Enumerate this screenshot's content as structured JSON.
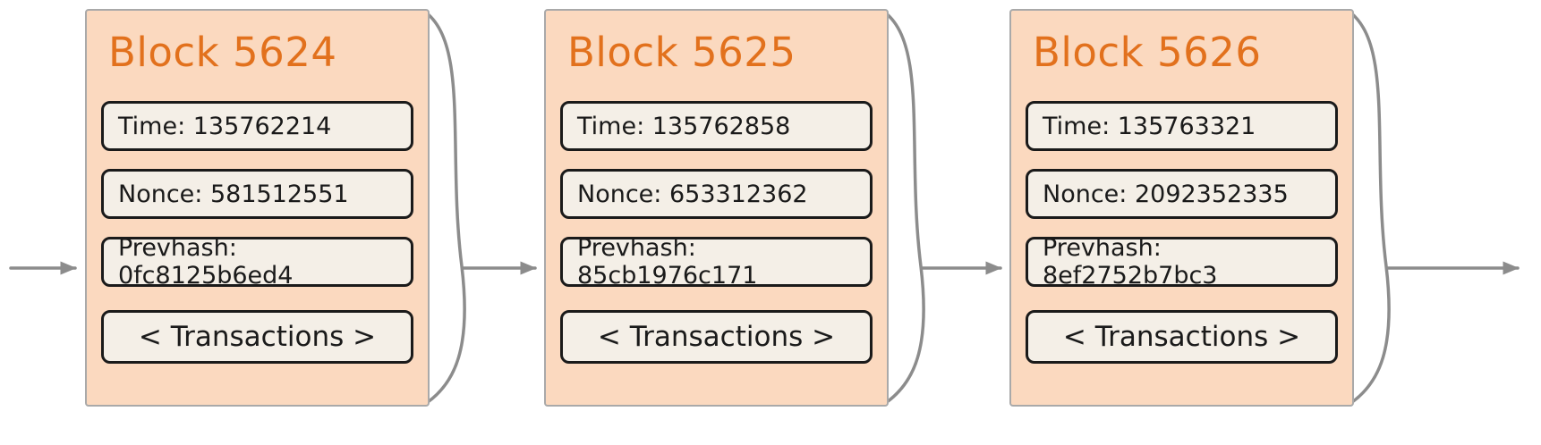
{
  "colors": {
    "page_bg": "#ffffff",
    "block_fill": "#fbd9bf",
    "block_border": "#a9a9a9",
    "title_orange": "#e2711d",
    "field_fill": "#f4efe7",
    "field_border": "#1a1a1a",
    "text_dark": "#1a1a1a",
    "connector_gray": "#8c8c8c"
  },
  "blocks": [
    {
      "title": "Block 5624",
      "time": "Time: 135762214",
      "nonce": "Nonce: 581512551",
      "prevhash": "Prevhash: 0fc8125b6ed4",
      "transactions": "< Transactions >"
    },
    {
      "title": "Block 5625",
      "time": "Time: 135762858",
      "nonce": "Nonce: 653312362",
      "prevhash": "Prevhash: 85cb1976c171",
      "transactions": "< Transactions >"
    },
    {
      "title": "Block 5626",
      "time": "Time: 135763321",
      "nonce": "Nonce: 2092352335",
      "prevhash": "Prevhash: 8ef2752b7bc3",
      "transactions": "< Transactions >"
    }
  ]
}
